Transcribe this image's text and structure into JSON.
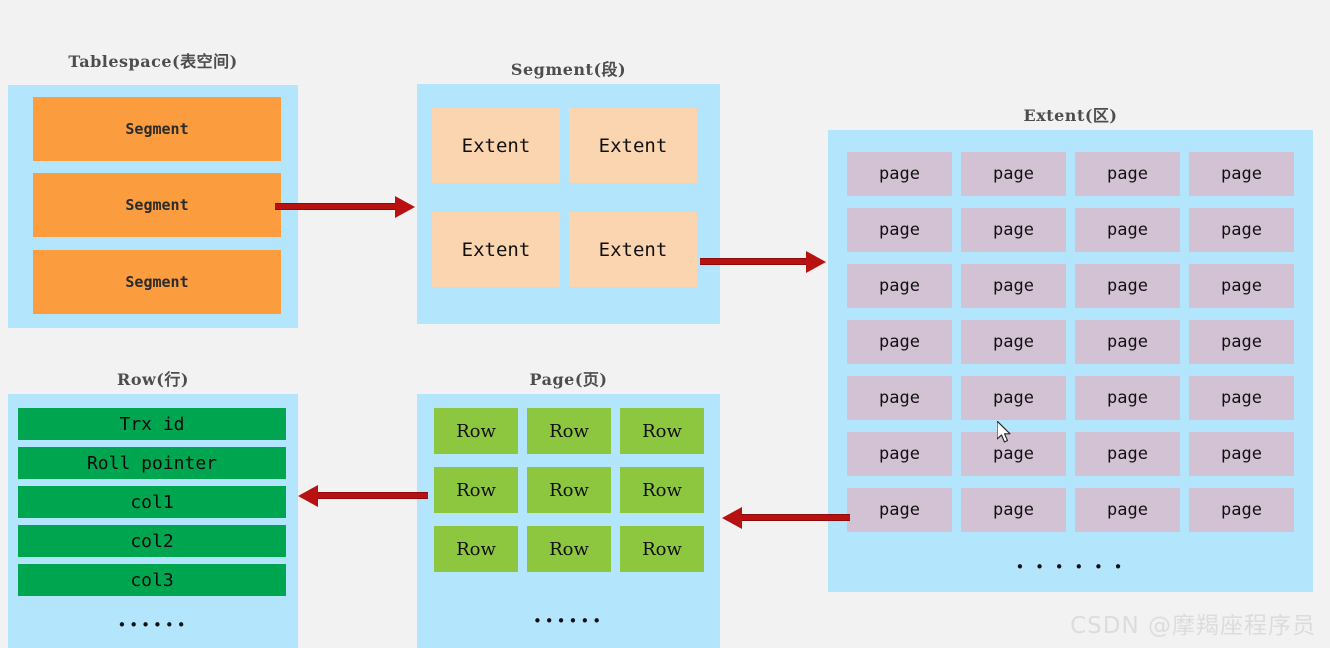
{
  "diagram": {
    "title": "MySQL InnoDB storage structure",
    "background_color": "#f2f2f2",
    "panel_color": "#b3e5fc",
    "arrow_color": "#b71111"
  },
  "groups": {
    "tablespace": {
      "title": "Tablespace(表空间)",
      "cell_color": "#fb9d3e",
      "items": [
        {
          "label": "Segment"
        },
        {
          "label": "Segment"
        },
        {
          "label": "Segment"
        }
      ]
    },
    "segment": {
      "title": "Segment(段)",
      "cell_color": "#fbd5b0",
      "items": [
        {
          "label": "Extent"
        },
        {
          "label": "Extent"
        },
        {
          "label": "Extent"
        },
        {
          "label": "Extent"
        }
      ]
    },
    "extent": {
      "title": "Extent(区)",
      "cell_color": "#d3c1d4",
      "columns": 4,
      "rows": 7,
      "item_label": "page",
      "items": [
        {
          "label": "page"
        },
        {
          "label": "page"
        },
        {
          "label": "page"
        },
        {
          "label": "page"
        },
        {
          "label": "page"
        },
        {
          "label": "page"
        },
        {
          "label": "page"
        },
        {
          "label": "page"
        },
        {
          "label": "page"
        },
        {
          "label": "page"
        },
        {
          "label": "page"
        },
        {
          "label": "page"
        },
        {
          "label": "page"
        },
        {
          "label": "page"
        },
        {
          "label": "page"
        },
        {
          "label": "page"
        },
        {
          "label": "page"
        },
        {
          "label": "page"
        },
        {
          "label": "page"
        },
        {
          "label": "page"
        },
        {
          "label": "page"
        },
        {
          "label": "page"
        },
        {
          "label": "page"
        },
        {
          "label": "page"
        },
        {
          "label": "page"
        },
        {
          "label": "page"
        },
        {
          "label": "page"
        },
        {
          "label": "page"
        }
      ],
      "ellipsis": "• • • • • •"
    },
    "page": {
      "title": "Page(页)",
      "cell_color": "#8dc63f",
      "columns": 3,
      "rows": 3,
      "items": [
        {
          "label": "Row"
        },
        {
          "label": "Row"
        },
        {
          "label": "Row"
        },
        {
          "label": "Row"
        },
        {
          "label": "Row"
        },
        {
          "label": "Row"
        },
        {
          "label": "Row"
        },
        {
          "label": "Row"
        },
        {
          "label": "Row"
        }
      ],
      "ellipsis": "••••••"
    },
    "row": {
      "title": "Row(行)",
      "cell_color": "#00a550",
      "items": [
        {
          "label": "Trx id"
        },
        {
          "label": "Roll pointer"
        },
        {
          "label": "col1"
        },
        {
          "label": "col2"
        },
        {
          "label": "col3"
        }
      ],
      "ellipsis": "••••••"
    }
  },
  "arrows": [
    {
      "name": "tablespace-to-segment",
      "direction": "right"
    },
    {
      "name": "segment-to-extent",
      "direction": "right"
    },
    {
      "name": "extent-to-page",
      "direction": "left"
    },
    {
      "name": "page-to-row",
      "direction": "left"
    }
  ],
  "watermark": {
    "text": "CSDN @摩羯座程序员"
  }
}
